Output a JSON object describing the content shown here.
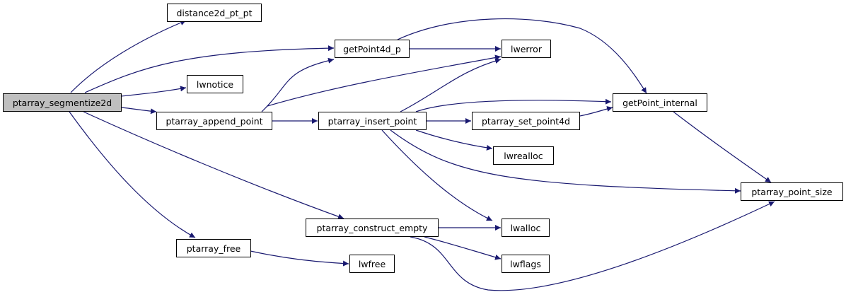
{
  "nodes": {
    "ptarray_segmentize2d": "ptarray_segmentize2d",
    "distance2d_pt_pt": "distance2d_pt_pt",
    "getPoint4d_p": "getPoint4d_p",
    "lwnotice": "lwnotice",
    "ptarray_append_point": "ptarray_append_point",
    "ptarray_insert_point": "ptarray_insert_point",
    "lwerror": "lwerror",
    "getPoint_internal": "getPoint_internal",
    "ptarray_set_point4d": "ptarray_set_point4d",
    "lwrealloc": "lwrealloc",
    "ptarray_point_size": "ptarray_point_size",
    "ptarray_construct_empty": "ptarray_construct_empty",
    "lwalloc": "lwalloc",
    "lwflags": "lwflags",
    "ptarray_free": "ptarray_free",
    "lwfree": "lwfree"
  },
  "colors": {
    "edge": "#191970",
    "root_fill": "#bfbfbf",
    "node_fill": "#ffffff",
    "border": "#000000"
  },
  "edges": [
    [
      "ptarray_segmentize2d",
      "distance2d_pt_pt"
    ],
    [
      "ptarray_segmentize2d",
      "getPoint4d_p"
    ],
    [
      "ptarray_segmentize2d",
      "lwnotice"
    ],
    [
      "ptarray_segmentize2d",
      "ptarray_append_point"
    ],
    [
      "ptarray_segmentize2d",
      "ptarray_construct_empty"
    ],
    [
      "ptarray_segmentize2d",
      "ptarray_free"
    ],
    [
      "getPoint4d_p",
      "lwerror"
    ],
    [
      "getPoint4d_p",
      "getPoint_internal"
    ],
    [
      "ptarray_append_point",
      "getPoint4d_p"
    ],
    [
      "ptarray_append_point",
      "lwerror"
    ],
    [
      "ptarray_append_point",
      "ptarray_insert_point"
    ],
    [
      "ptarray_insert_point",
      "lwerror"
    ],
    [
      "ptarray_insert_point",
      "getPoint_internal"
    ],
    [
      "ptarray_insert_point",
      "ptarray_set_point4d"
    ],
    [
      "ptarray_insert_point",
      "lwrealloc"
    ],
    [
      "ptarray_insert_point",
      "ptarray_point_size"
    ],
    [
      "ptarray_insert_point",
      "lwalloc"
    ],
    [
      "ptarray_set_point4d",
      "getPoint_internal"
    ],
    [
      "getPoint_internal",
      "ptarray_point_size"
    ],
    [
      "ptarray_construct_empty",
      "lwalloc"
    ],
    [
      "ptarray_construct_empty",
      "lwflags"
    ],
    [
      "ptarray_construct_empty",
      "ptarray_point_size"
    ],
    [
      "ptarray_free",
      "lwfree"
    ]
  ]
}
